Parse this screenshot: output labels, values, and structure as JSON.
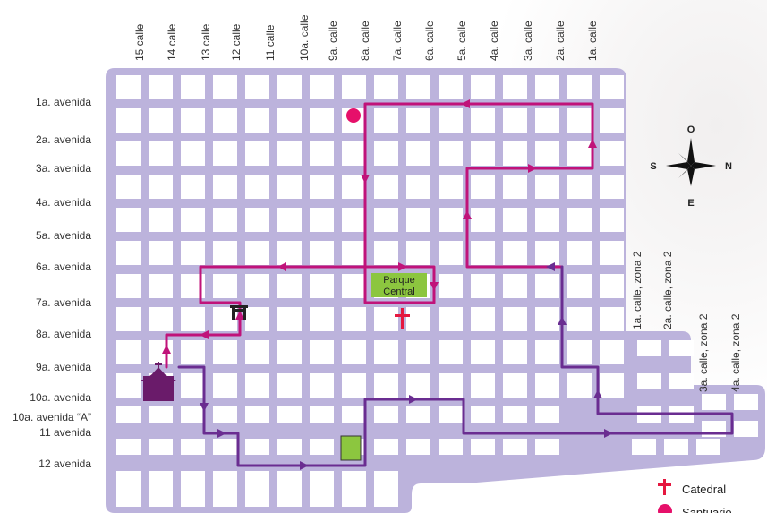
{
  "colors": {
    "street": "#bcb3dc",
    "block": "#ffffff",
    "route_magenta": "#c0137a",
    "route_purple": "#6a2d91",
    "park": "#8cc63f",
    "catedral": "#e5173f",
    "santuario": "#e6106a",
    "church": "#6a1b6a"
  },
  "calles": [
    "15 calle",
    "14 calle",
    "13 calle",
    "12 calle",
    "11 calle",
    "10a. calle",
    "9a. calle",
    "8a. calle",
    "7a. calle",
    "6a. calle",
    "5a. calle",
    "4a. calle",
    "3a. calle",
    "2a. calle",
    "1a. calle"
  ],
  "avenidas": [
    "1a. avenida",
    "2a. avenida",
    "3a. avenida",
    "4a. avenida",
    "5a. avenida",
    "6a. avenida",
    "7a. avenida",
    "8a. avenida",
    "9a. avenida",
    "10a. avenida",
    "10a. avenida “A”",
    "11 avenida",
    "12 avenida"
  ],
  "zona2_calles": [
    "1a. calle, zona 2",
    "2a. calle, zona 2",
    "3a. calle, zona 2",
    "4a. calle, zona 2"
  ],
  "park_label_line1": "Parque",
  "park_label_line2": "Central",
  "compass": {
    "north": "O",
    "south": "E",
    "west": "S",
    "east": "N"
  },
  "legend": [
    {
      "label": "Catedral",
      "icon": "cross-icon"
    },
    {
      "label": "Santuario",
      "icon": "dot-icon"
    }
  ]
}
